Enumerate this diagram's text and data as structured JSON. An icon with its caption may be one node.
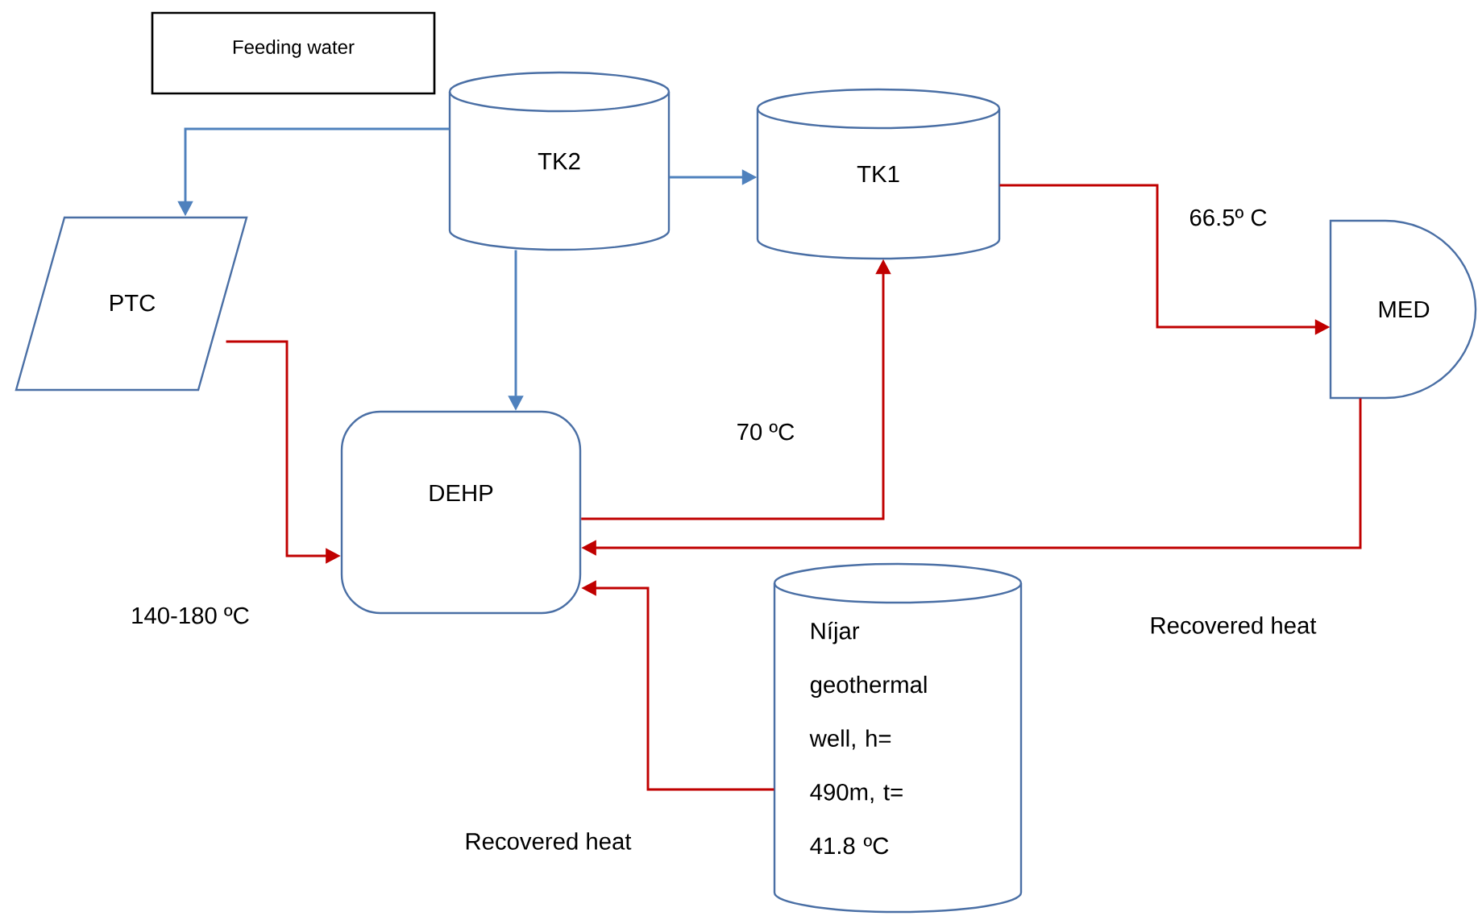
{
  "diagram": {
    "nodes": [
      {
        "text": [
          "Feeding water"
        ]
      },
      {
        "text": [
          "TK2"
        ]
      },
      {
        "text": [
          "TK1"
        ]
      },
      {
        "text": [
          "PTC"
        ]
      },
      {
        "text": [
          "MED"
        ]
      },
      {
        "text": [
          "DEHP"
        ]
      },
      {
        "text": [
          "Níjar geothermal well, h= 490m, t= 41.8 ºC"
        ]
      }
    ],
    "edges": [
      {
        "from": 1,
        "to": 3,
        "arrow": "to",
        "color": "#4f81bd"
      },
      {
        "from": 1,
        "to": 2,
        "arrow": "to",
        "color": "#4f81bd"
      },
      {
        "from": 1,
        "to": 5,
        "arrow": "to",
        "color": "#4f81bd"
      },
      {
        "from": 3,
        "to": 5,
        "arrow": "to"
      },
      {
        "from": 5,
        "to": 2,
        "arrow": "to"
      },
      {
        "from": 2,
        "to": 4,
        "arrow": "to"
      },
      {
        "from": 4,
        "to": 5,
        "arrow": "to"
      },
      {
        "from": 6,
        "to": 5,
        "arrow": "to"
      }
    ],
    "labels": [
      "66.5º C",
      "70 ºC",
      "140-180 ºC",
      "Recovered heat",
      "Recovered heat"
    ]
  }
}
